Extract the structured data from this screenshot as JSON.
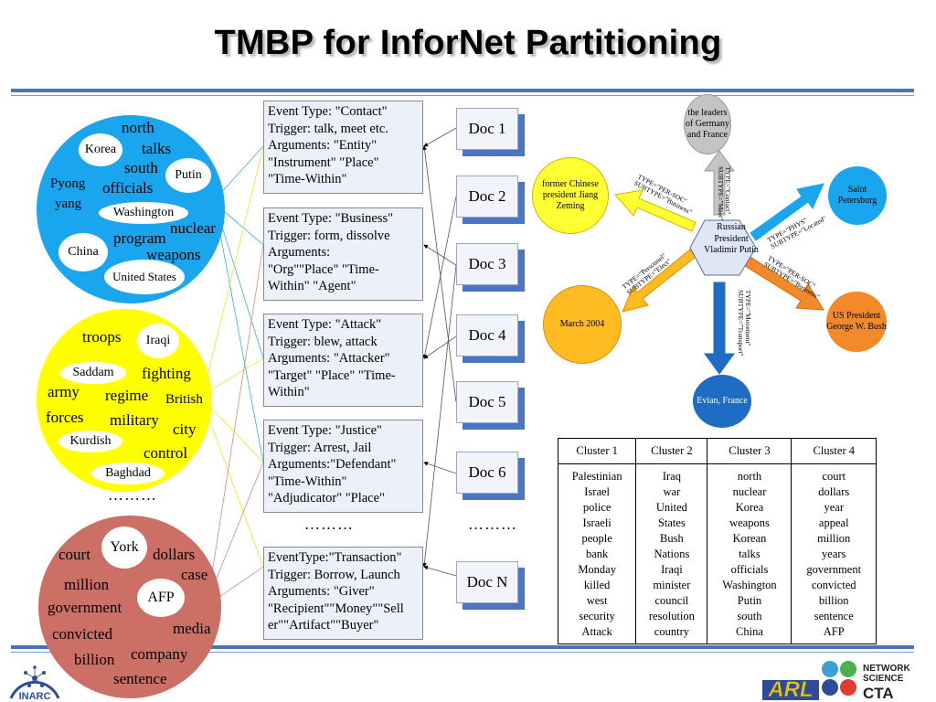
{
  "slide": {
    "title": "TMBP for InforNet Partitioning",
    "more_dots": "………"
  },
  "colors": {
    "rule": "#4a72b8",
    "blue_topic": "#1aa6ee",
    "yellow_topic": "#ffff00",
    "red_topic": "#cc6f64",
    "doc_shadow": "#4b75c2",
    "event_box": "#ecf0f8"
  },
  "topic_circles": [
    {
      "color": "#1aa6ee",
      "words": [
        "north",
        "talks",
        "south",
        "officials",
        "nuclear",
        "program",
        "weapons",
        "Pyong",
        "yang"
      ],
      "pills": [
        "Korea",
        "Putin",
        "Washington",
        "China",
        "United States"
      ]
    },
    {
      "color": "#ffff00",
      "words": [
        "troops",
        "fighting",
        "army",
        "regime",
        "British",
        "forces",
        "military",
        "city",
        "control"
      ],
      "pills": [
        "Iraqi",
        "Saddam",
        "Kurdish",
        "Baghdad"
      ]
    },
    {
      "color": "#cc6f64",
      "words": [
        "court",
        "dollars",
        "case",
        "million",
        "government",
        "media",
        "convicted",
        "company",
        "billion",
        "sentence"
      ],
      "pills": [
        "York",
        "AFP"
      ]
    }
  ],
  "events": [
    "Event Type: \"Contact\"\nTrigger: talk, meet etc.\nArguments: \"Entity\"\n\"Instrument\" \"Place\"\n\"Time-Within\"",
    "Event Type: \"Business\"\nTrigger: form, dissolve\nArguments:\n\"Org\"\"Place\" \"Time-\nWithin\" \"Agent\"",
    "Event Type: \"Attack\"\nTrigger: blew, attack\nArguments: \"Attacker\"\n\"Target\" \"Place\" \"Time-\nWithin\"",
    "Event Type: \"Justice\"\nTrigger: Arrest, Jail\nArguments:\"Defendant\"\n\"Time-Within\"\n\"Adjudicator\" \"Place\"",
    "EventType:\"Transaction\"\nTrigger: Borrow, Launch\nArguments: \"Giver\"\n\"Recipient\"\"Money\"\"Sell\ner\"\"Artifact\"\"Buyer\""
  ],
  "docs": [
    "Doc 1",
    "Doc 2",
    "Doc 3",
    "Doc 4",
    "Doc 5",
    "Doc 6",
    "Doc N"
  ],
  "graph": {
    "center": "Russian President Vladimir Putin",
    "nodes": [
      {
        "label": "the leaders of Germany and France",
        "color": "#c4c4c4"
      },
      {
        "label": "former Chinese president Jiang Zeming",
        "color": "#ffff33"
      },
      {
        "label": "Saint Petersburg",
        "color": "#1aa6ee"
      },
      {
        "label": "March 2004",
        "color": "#ffbb22"
      },
      {
        "label": "US President George W. Bush",
        "color": "#f28a2a"
      },
      {
        "label": "Evian, France",
        "color": "#1f6cc4"
      }
    ],
    "relations": [
      "TYPE=\"Contact\"\nSUBTYPE=\"Meet\"",
      "TYPE=\"PER-SOC\"\nSUBTYPE=\"Business\"",
      "TYPE=\"PHYS\"\nSUBTYPE=\"Located\"",
      "TYPE=\"Personnel\"\nSUBTYPE=\"Elect\"",
      "TYPE=\"PER-SOC\"\nSUBTYPE=\"Business\"",
      "TYPE=\"Movement\"\nSUBTYPE=\"Transport\""
    ]
  },
  "chart_data": {
    "type": "table",
    "columns": [
      "Cluster 1",
      "Cluster 2",
      "Cluster 3",
      "Cluster 4"
    ],
    "rows": [
      [
        "Palestinian",
        "Iraq",
        "north",
        "court"
      ],
      [
        "Israel",
        "war",
        "nuclear",
        "dollars"
      ],
      [
        "police",
        "United",
        "Korea",
        "year"
      ],
      [
        "Israeli",
        "States",
        "weapons",
        "appeal"
      ],
      [
        "people",
        "Bush",
        "Korean",
        "million"
      ],
      [
        "bank",
        "Nations",
        "talks",
        "years"
      ],
      [
        "Monday",
        "Iraqi",
        "officials",
        "government"
      ],
      [
        "killed",
        "minister",
        "Washington",
        "convicted"
      ],
      [
        "west",
        "council",
        "Putin",
        "billion"
      ],
      [
        "security",
        "resolution",
        "south",
        "sentence"
      ],
      [
        "Attack",
        "country",
        "China",
        "AFP"
      ]
    ]
  },
  "logos": {
    "inarc": "INARC",
    "arl": "ARL",
    "network_science": "NETWORK\nSCIENCE",
    "cta": "CTA"
  }
}
